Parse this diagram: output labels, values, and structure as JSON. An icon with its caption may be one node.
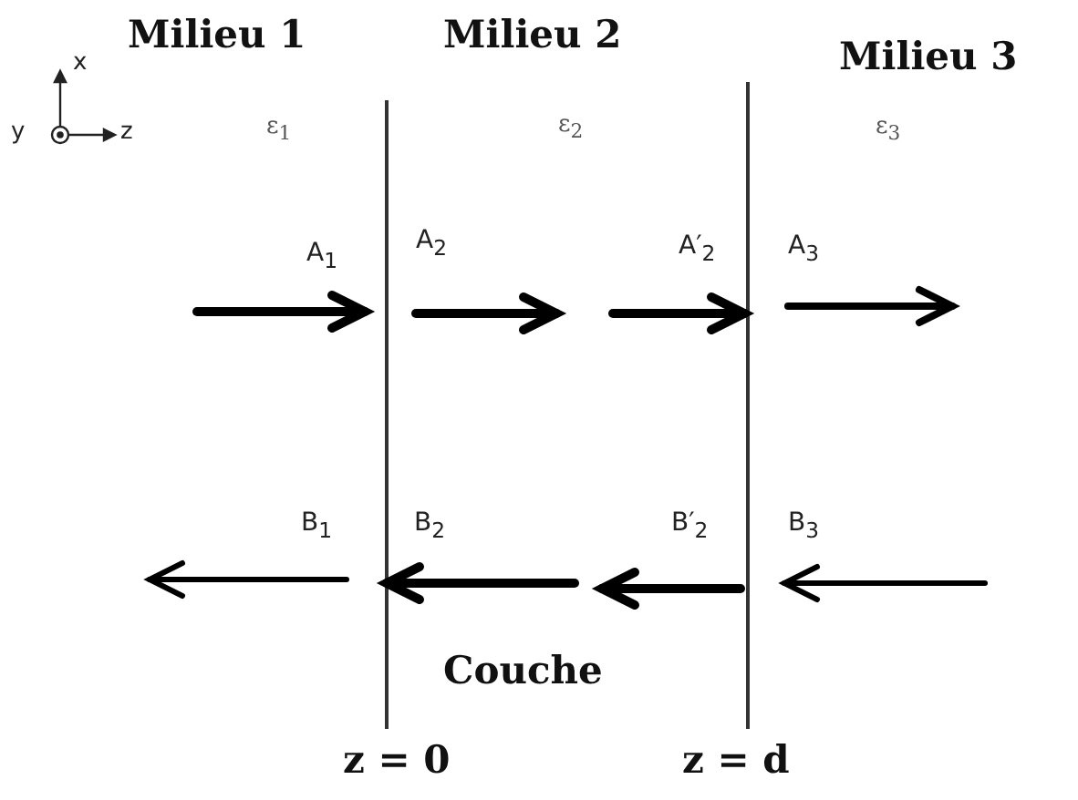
{
  "diagram": {
    "labels": [
      "Milieu 1",
      "Milieu 2",
      "Milieu 3",
      "x",
      "y",
      "z",
      "ε$_{1}$",
      "ε$_{2}$",
      "ε$_{3}$",
      "A$_{1}$",
      "A$_{2}$",
      "A′$_{2}$",
      "A$_{3}$",
      "B$_{1}$",
      "B$_{2}$",
      "B′$_{2}$",
      "B$_{3}$",
      "Couche",
      "z = 0",
      "z = d"
    ]
  }
}
